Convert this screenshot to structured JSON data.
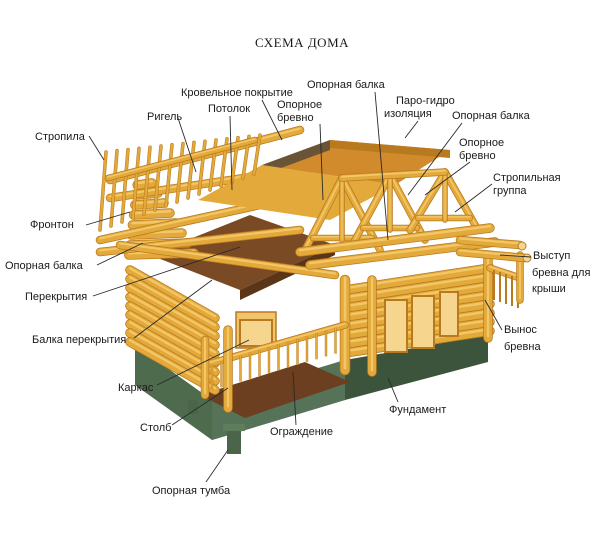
{
  "title": "СХЕМА ДОМА",
  "colors": {
    "log": "#e3a93a",
    "log_light": "#f2c768",
    "log_dark": "#b97a1f",
    "log_end": "#f6d58e",
    "floor": "#7a4a24",
    "foundation": "#4f6b4e",
    "foundation_dark": "#3c543b",
    "roof_board": "#d18a2c",
    "wall_panel": "#f0c46a"
  },
  "labels": {
    "stropila": "Стропила",
    "rigel": "Ригель",
    "krovelnoe_pokrytie": "Кровельное покрытие",
    "potolok": "Потолок",
    "opornaya_balka_top": "Опорная балка",
    "opornoe_brevno_top_1": "Опорное",
    "opornoe_brevno_top_2": "бревно",
    "paro_1": "Паро-гидро",
    "paro_2": "изоляция",
    "opornaya_balka_right": "Опорная балка",
    "opornoe_brevno_right_1": "Опорное",
    "opornoe_brevno_right_2": "бревно",
    "stropilnaya_1": "Стропильная",
    "stropilnaya_2": "группа",
    "fronton": "Фронтон",
    "opornaya_balka_left": "Опорная балка",
    "perekrytiya": "Перекрытия",
    "balka_perekrytiya": "Балка перекрытия",
    "karkas": "Каркас",
    "stolb": "Столб",
    "ograzhdenie": "Ограждение",
    "fundament": "Фундамент",
    "opornaya_tumba": "Опорная тумба",
    "vystup_1": "Выступ",
    "vystup_2": "бревна для",
    "vystup_3": "крыши",
    "vynos_1": "Вынос",
    "vynos_2": "бревна"
  }
}
